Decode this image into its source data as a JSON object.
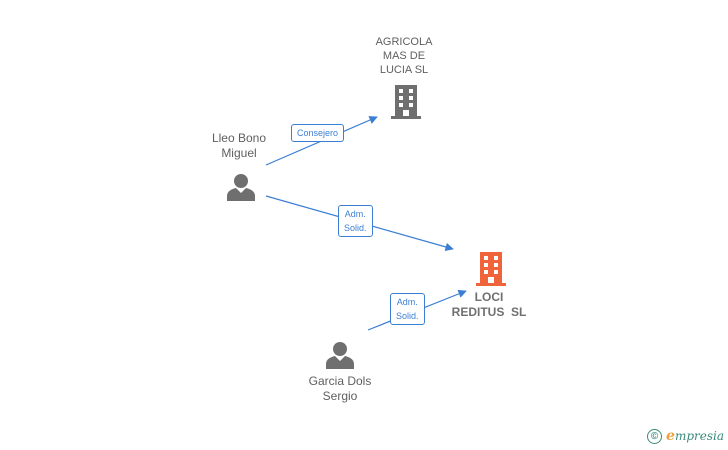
{
  "nodes": {
    "agricola": {
      "label_lines": [
        "AGRICOLA",
        "MAS DE",
        "LUCIA SL"
      ],
      "icon": "building-icon",
      "color": "#6f6f6f"
    },
    "lleo": {
      "label_lines": [
        "Lleo Bono",
        "Miguel"
      ],
      "icon": "person-icon",
      "color": "#6f6f6f"
    },
    "loci": {
      "label_lines": [
        "LOCI",
        "REDITUS  SL"
      ],
      "icon": "building-icon",
      "color": "#f0643c"
    },
    "garcia": {
      "label_lines": [
        "Garcia Dols",
        "Sergio"
      ],
      "icon": "person-icon",
      "color": "#6f6f6f"
    }
  },
  "edges": {
    "consejero": {
      "label_lines": [
        "Consejero"
      ],
      "from": "lleo",
      "to": "agricola"
    },
    "adm_lleo": {
      "label_lines": [
        "Adm.",
        "Solid."
      ],
      "from": "lleo",
      "to": "loci"
    },
    "adm_garcia": {
      "label_lines": [
        "Adm.",
        "Solid."
      ],
      "from": "garcia",
      "to": "loci"
    }
  },
  "colors": {
    "edge": "#3b7fd4",
    "node_text": "#5f5f5f",
    "brand": "#3a8a7c",
    "brand_accent": "#f2a03d"
  },
  "branding": {
    "copyright_symbol": "©",
    "logo_initial": "e",
    "logo_rest": "mpresia"
  }
}
